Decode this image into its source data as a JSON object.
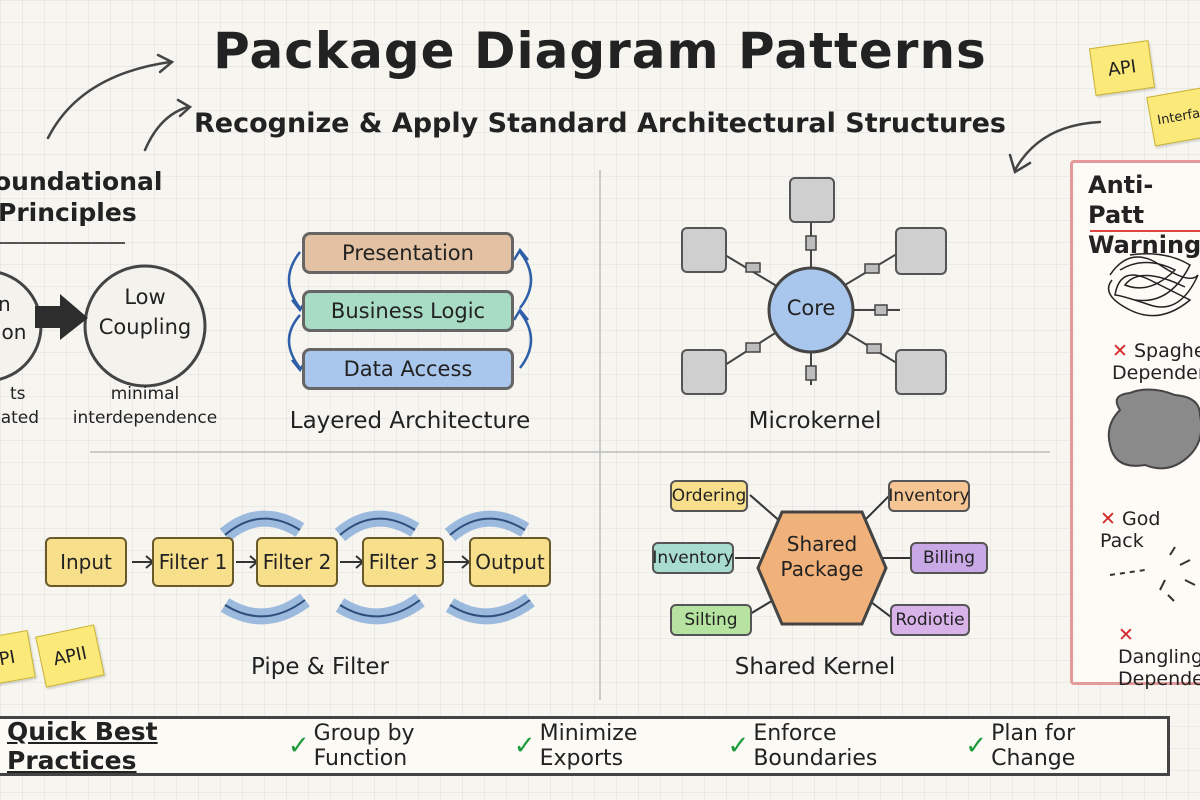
{
  "header": {
    "title": "Package Diagram Patterns",
    "subtitle": "Recognize & Apply Standard Architectural Structures"
  },
  "foundational": {
    "heading_line1": "oundational",
    "heading_line2": "Principles",
    "left_circle_line1": "n",
    "left_circle_line2": "ion",
    "right_circle_line1": "Low",
    "right_circle_line2": "Coupling",
    "left_caption_line1": "ts",
    "left_caption_line2": "lated",
    "right_caption_line1": "minimal",
    "right_caption_line2": "interdependence"
  },
  "layered": {
    "layers": [
      "Presentation",
      "Business Logic",
      "Data Access"
    ],
    "caption": "Layered Architecture",
    "colors": [
      "#e2c2a3",
      "#a9dcc4",
      "#a9c6ec"
    ]
  },
  "microkernel": {
    "core_label": "Core",
    "caption": "Microkernel"
  },
  "pipe_filter": {
    "stages": [
      "Input",
      "Filter 1",
      "Filter 2",
      "Filter 3",
      "Output"
    ],
    "caption": "Pipe & Filter"
  },
  "shared_kernel": {
    "center_line1": "Shared",
    "center_line2": "Package",
    "modules": {
      "top_left": "Ordering",
      "top_right": "Inventory",
      "mid_left": "Inventory",
      "mid_right": "Billing",
      "bot_left": "Silting",
      "bot_right": "Rodiotie"
    },
    "caption": "Shared Kernel"
  },
  "anti_patterns": {
    "heading_line1": "Anti-Patt",
    "heading_line2": "Warning",
    "items": [
      {
        "mark": "✕",
        "line1": "Spaghe",
        "line2": "Dependen"
      },
      {
        "mark": "✕",
        "line1": "God Pack",
        "line2": ""
      },
      {
        "mark": "✕",
        "line1": "Dangling",
        "line2": "Dependen"
      }
    ]
  },
  "sticky_notes": {
    "top_right_1": "API",
    "top_right_2": "Interface",
    "bottom_left_1": "PI",
    "bottom_left_2": "APII"
  },
  "best_practices": {
    "title": "Quick Best Practices",
    "check": "✓",
    "items": [
      "Group by Function",
      "Minimize Exports",
      "Enforce Boundaries",
      "Plan for Change"
    ]
  }
}
